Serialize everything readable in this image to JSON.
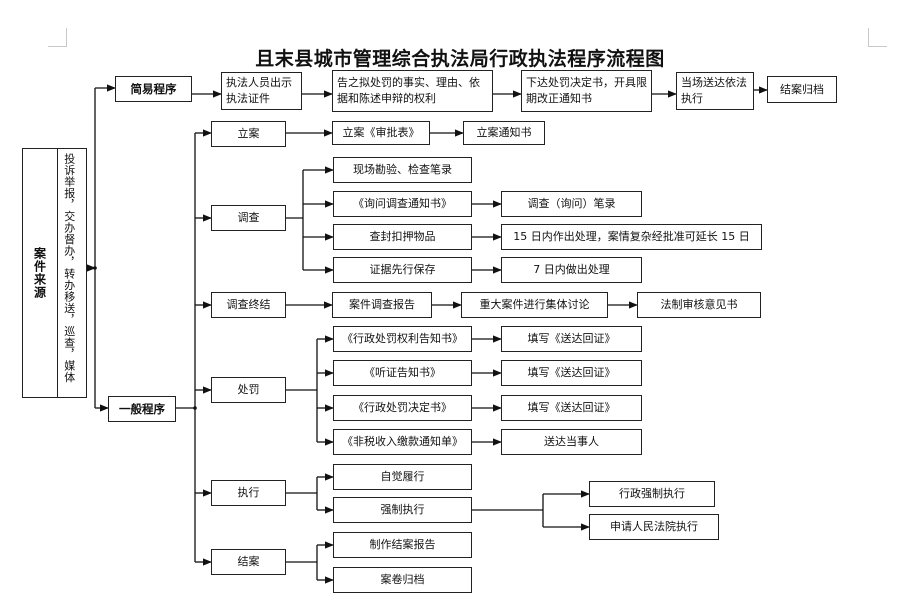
{
  "title": "且末县城市管理综合执法局行政执法程序流程图",
  "source": {
    "title": "案件来源",
    "list": "投诉举报，交办督办，转办移送，巡查，媒体"
  },
  "simple": {
    "label": "简易程序",
    "steps": [
      "执法人员出示执法证件",
      "告之拟处罚的事实、理由、依据和陈述申辩的权利",
      "下达处罚决定书，开具限期改正通知书",
      "当场送达依法执行",
      "结案归档"
    ]
  },
  "general": {
    "label": "一般程序",
    "filing": {
      "label": "立案",
      "step": "立案《审批表》",
      "result": "立案通知书"
    },
    "investigation": {
      "label": "调查",
      "items": [
        {
          "step": "现场勘验、检查笔录",
          "result": ""
        },
        {
          "step": "《询问调查通知书》",
          "result": "调查（询问）笔录"
        },
        {
          "step": "查封扣押物品",
          "result": "15 日内作出处理，案情复杂经批准可延长 15 日"
        },
        {
          "step": "证据先行保存",
          "result": "7 日内做出处理"
        }
      ]
    },
    "conclusion": {
      "label": "调查终结",
      "step": "案件调查报告",
      "discussion": "重大案件进行集体讨论",
      "review": "法制审核意见书"
    },
    "penalty": {
      "label": "处罚",
      "items": [
        {
          "step": "《行政处罚权利告知书》",
          "result": "填写《送达回证》"
        },
        {
          "step": "《听证告知书》",
          "result": "填写《送达回证》"
        },
        {
          "step": "《行政处罚决定书》",
          "result": "填写《送达回证》"
        },
        {
          "step": "《非税收入缴款通知单》",
          "result": "送达当事人"
        }
      ]
    },
    "execution": {
      "label": "执行",
      "voluntary": "自觉履行",
      "forced": "强制执行",
      "options": [
        "行政强制执行",
        "申请人民法院执行"
      ]
    },
    "closing": {
      "label": "结案",
      "items": [
        "制作结案报告",
        "案卷归档"
      ]
    }
  }
}
